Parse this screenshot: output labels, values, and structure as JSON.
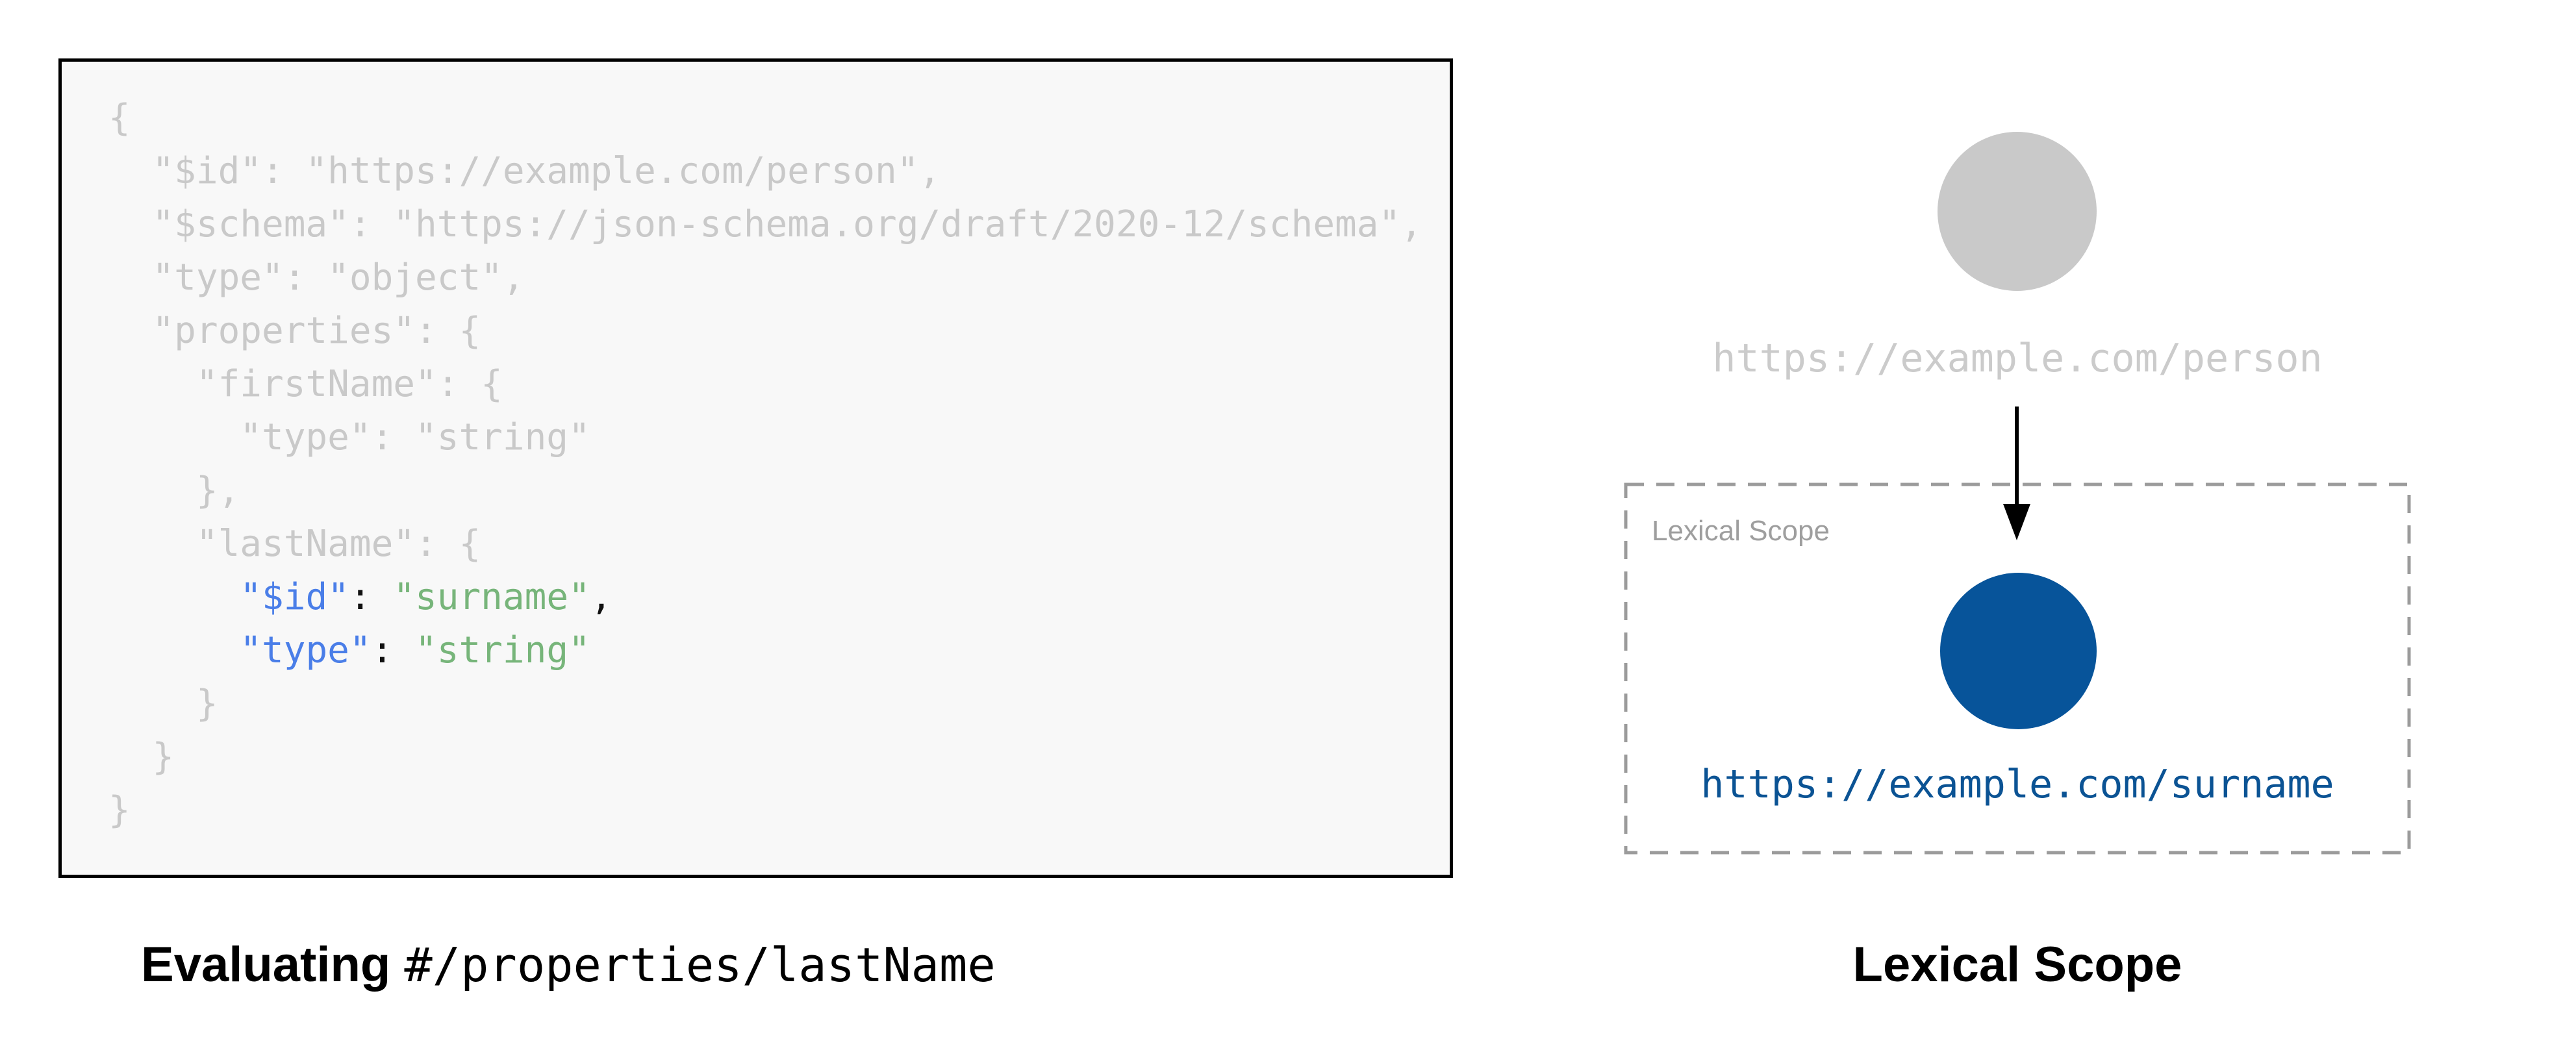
{
  "code_panel": {
    "background": "#f8f8f8",
    "border_color": "#000000",
    "colors": {
      "muted": "#c9c9c9",
      "key": "#4a7ee8",
      "string": "#77b57a",
      "dark": "#111111"
    },
    "lines": [
      [
        {
          "t": "{",
          "c": "muted"
        }
      ],
      [
        {
          "t": "  \"$id\": \"https://example.com/person\",",
          "c": "muted"
        }
      ],
      [
        {
          "t": "  \"$schema\": \"https://json-schema.org/draft/2020-12/schema\",",
          "c": "muted"
        }
      ],
      [
        {
          "t": "  \"type\": \"object\",",
          "c": "muted"
        }
      ],
      [
        {
          "t": "  \"properties\": {",
          "c": "muted"
        }
      ],
      [
        {
          "t": "    \"firstName\": {",
          "c": "muted"
        }
      ],
      [
        {
          "t": "      \"type\": \"string\"",
          "c": "muted"
        }
      ],
      [
        {
          "t": "    },",
          "c": "muted"
        }
      ],
      [
        {
          "t": "    \"lastName\": {",
          "c": "muted"
        }
      ],
      [
        {
          "t": "      ",
          "c": "muted"
        },
        {
          "t": "\"$id\"",
          "c": "key"
        },
        {
          "t": ": ",
          "c": "dark"
        },
        {
          "t": "\"surname\"",
          "c": "string"
        },
        {
          "t": ",",
          "c": "dark"
        }
      ],
      [
        {
          "t": "      ",
          "c": "muted"
        },
        {
          "t": "\"type\"",
          "c": "key"
        },
        {
          "t": ": ",
          "c": "dark"
        },
        {
          "t": "\"string\"",
          "c": "string"
        }
      ],
      [
        {
          "t": "    }",
          "c": "muted"
        }
      ],
      [
        {
          "t": "  }",
          "c": "muted"
        }
      ],
      [
        {
          "t": "}",
          "c": "muted"
        }
      ]
    ]
  },
  "code_caption": {
    "prefix": "Evaluating ",
    "pointer": "#/properties/lastName"
  },
  "diagram": {
    "root_node": {
      "uri": "https://example.com/person",
      "color": "#c9c9c9"
    },
    "arrow_color": "#000000",
    "scope_box": {
      "label": "Lexical Scope",
      "border_color": "#9b9b9b"
    },
    "child_node": {
      "uri": "https://example.com/surname",
      "color": "#07549a"
    },
    "uri_color": "#0b5394",
    "caption": "Lexical Scope"
  }
}
